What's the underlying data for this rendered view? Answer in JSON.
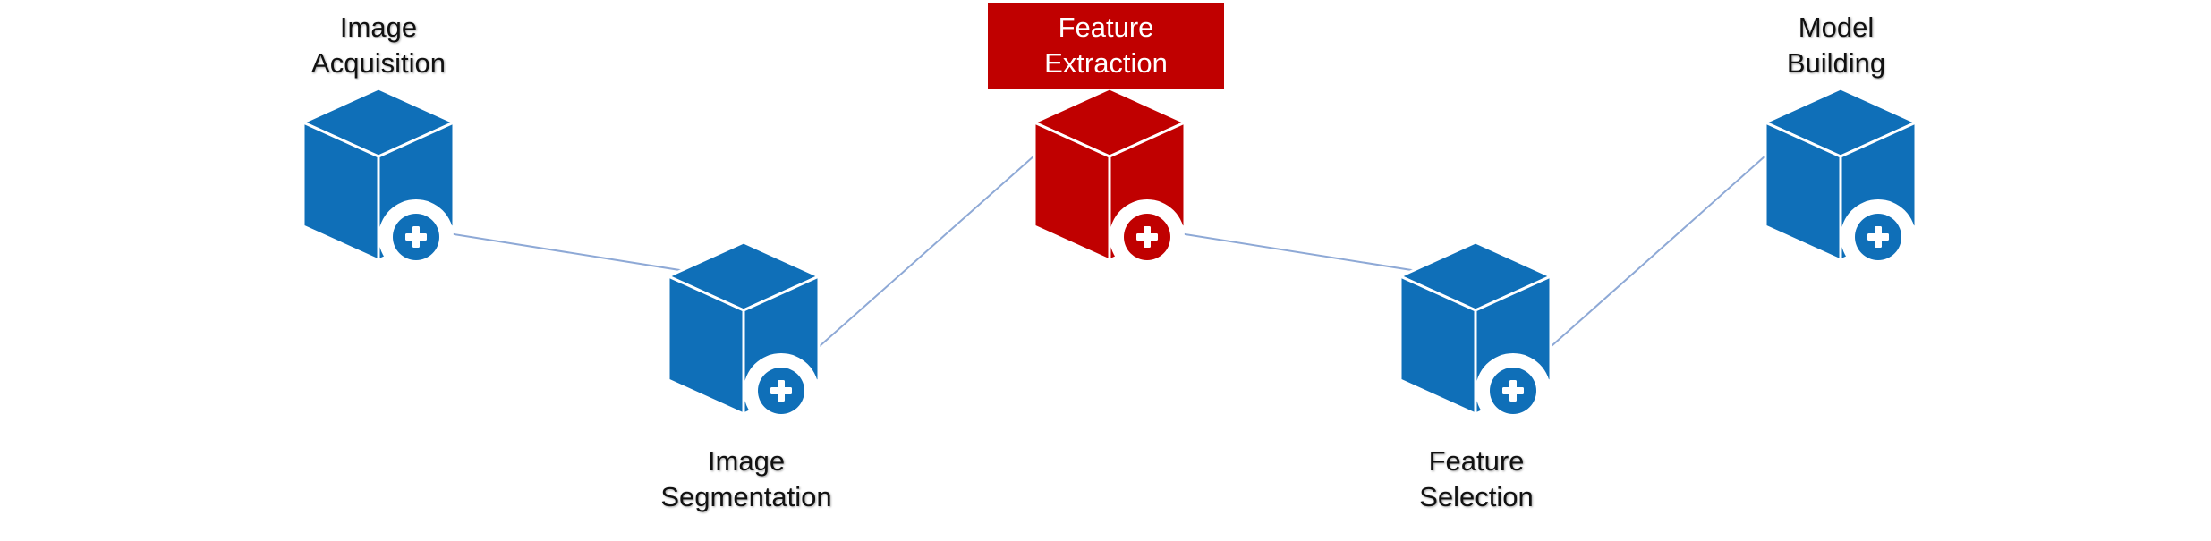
{
  "colors": {
    "primary": "#0f6fb8",
    "highlight": "#c00000",
    "connector": "#8ea9d6",
    "label_text": "#111111",
    "highlight_text": "#ffffff"
  },
  "steps": [
    {
      "id": "acquisition",
      "lines": [
        "Image",
        "Acquisition"
      ],
      "highlighted": false,
      "icon": "cube-plus-icon"
    },
    {
      "id": "segmentation",
      "lines": [
        "Image",
        "Segmentation"
      ],
      "highlighted": false,
      "icon": "cube-plus-icon"
    },
    {
      "id": "extraction",
      "lines": [
        "Feature",
        "Extraction"
      ],
      "highlighted": true,
      "icon": "cube-plus-icon"
    },
    {
      "id": "selection",
      "lines": [
        "Feature",
        "Selection"
      ],
      "highlighted": false,
      "icon": "cube-plus-icon"
    },
    {
      "id": "building",
      "lines": [
        "Model",
        "Building"
      ],
      "highlighted": false,
      "icon": "cube-plus-icon"
    }
  ]
}
